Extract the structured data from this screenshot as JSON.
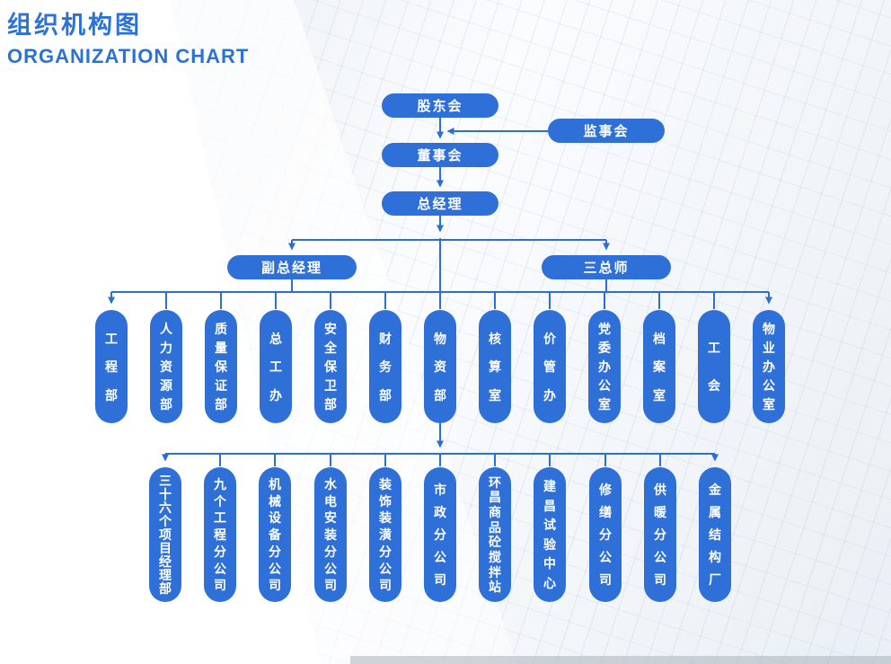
{
  "header": {
    "title": "组织机构图",
    "subtitle": "ORGANIZATION CHART"
  },
  "colors": {
    "accent": "#2B6FD4",
    "node_fill": "#2E70D8",
    "node_text": "#FFFFFF"
  },
  "org": {
    "top": {
      "shareholders": "股东会",
      "supervisory": "监事会",
      "board": "董事会",
      "general_manager": "总经理",
      "deputy_general_manager": "副总经理",
      "three_chiefs": "三总师"
    },
    "departments": [
      "工程部",
      "人力资源部",
      "质量保证部",
      "总工办",
      "安全保卫部",
      "财务部",
      "物资部",
      "核算室",
      "价管办",
      "党委办公室",
      "档案室",
      "工会",
      "物业办公室"
    ],
    "subsidiaries": [
      "三十六个项目经理部",
      "九个工程分公司",
      "机械设备分公司",
      "水电安装分公司",
      "装饰装潢分公司",
      "市政分公司",
      "环昌商品砼搅拌站",
      "建昌试验中心",
      "修缮分公司",
      "供暖分公司",
      "金属结构厂"
    ]
  }
}
